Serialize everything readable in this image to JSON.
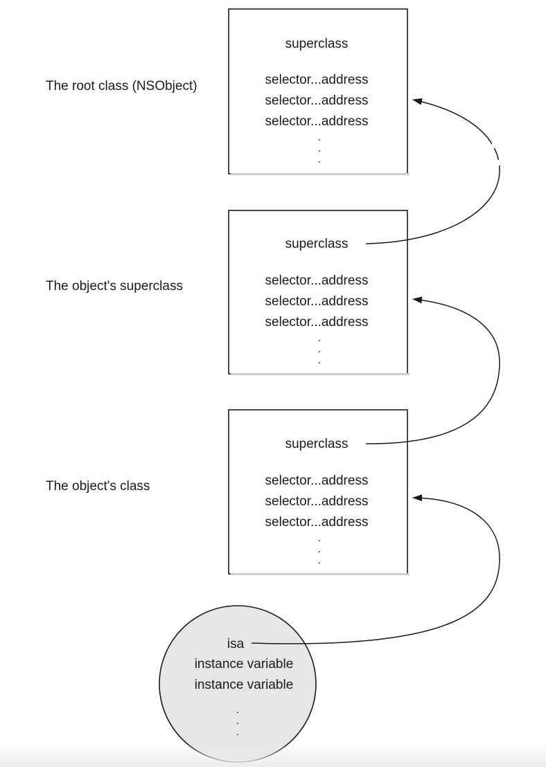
{
  "labels": {
    "root_class": "The root class (NSObject)",
    "object_superclass": "The object's superclass",
    "object_class": "The object's class"
  },
  "class_box": {
    "superclass": "superclass",
    "methods": [
      "selector...address",
      "selector...address",
      "selector...address"
    ],
    "dot": "."
  },
  "instance": {
    "isa": "isa",
    "variables": [
      "instance variable",
      "instance variable"
    ],
    "dot": "."
  },
  "colors": {
    "stroke": "#1a1a1a",
    "instance_fill": "#e6e6e6",
    "box_fill": "#ffffff"
  }
}
